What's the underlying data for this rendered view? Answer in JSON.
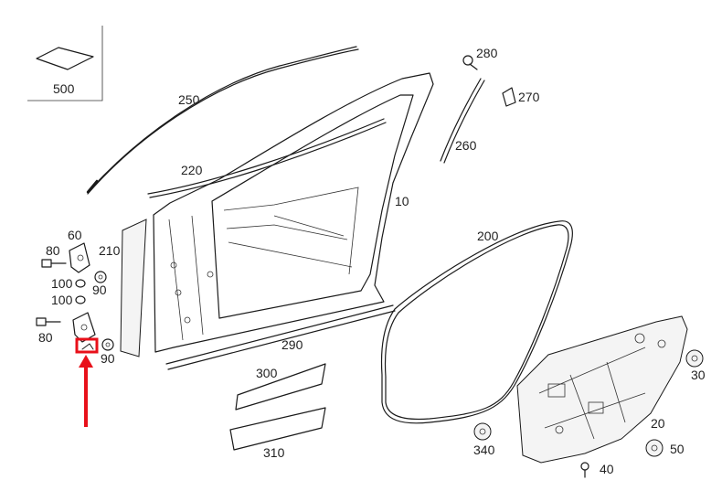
{
  "diagram": {
    "labels": {
      "p500": "500",
      "p250": "250",
      "p220": "220",
      "p10": "10",
      "p280": "280",
      "p270": "270",
      "p260": "260",
      "p200": "200",
      "p60": "60",
      "p80a": "80",
      "p210": "210",
      "p100a": "100",
      "p100b": "100",
      "p90a": "90",
      "p80b": "80",
      "p90b": "90",
      "p290": "290",
      "p300": "300",
      "p310": "310",
      "p30": "30",
      "p20": "20",
      "p340": "340",
      "p50": "50",
      "p40": "40"
    },
    "highlight_color": "#e8101a"
  }
}
